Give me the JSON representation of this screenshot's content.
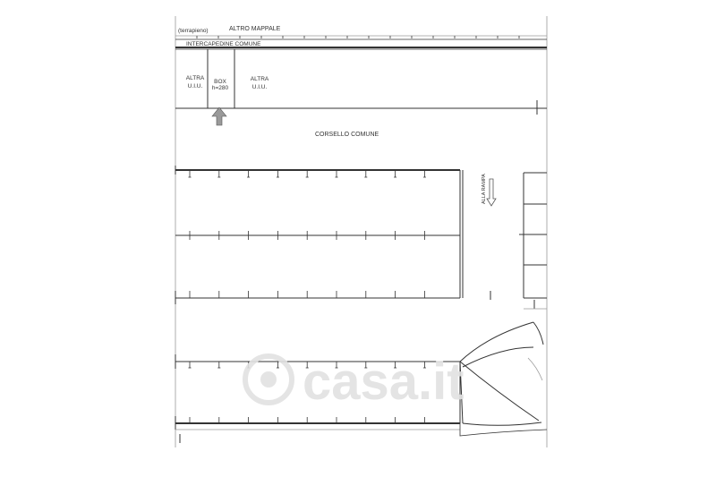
{
  "labels": {
    "terrapieno": "(terrapieno)",
    "altro_mappale": "ALTRO MAPPALE",
    "intercapedine": "INTERCAPEDINE COMUNE",
    "altra_uiu_left_1": "ALTRA",
    "altra_uiu_left_2": "U.I.U.",
    "box_1": "BOX",
    "box_2": "h=280",
    "altra_uiu_right_1": "ALTRA",
    "altra_uiu_right_2": "U.I.U.",
    "corsello": "CORSELLO COMUNE",
    "alla_rampa": "ALLA RAMPA"
  },
  "watermark": "casa.it",
  "colors": {
    "line": "#333333",
    "light_line": "#9a9a9a",
    "arrow_fill": "#9a9a9a",
    "watermark": "#e2e2e2"
  }
}
